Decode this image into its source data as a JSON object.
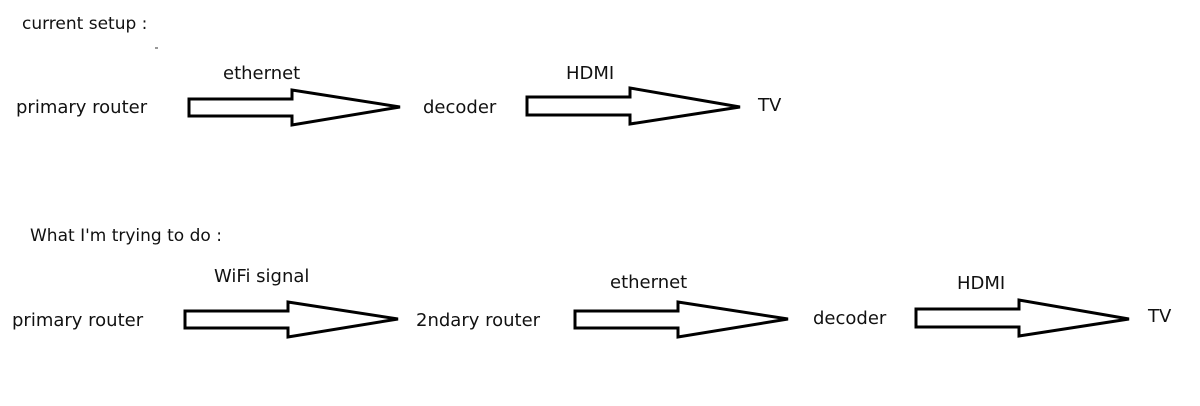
{
  "current": {
    "heading": "current setup :",
    "nodes": [
      "primary router",
      "decoder",
      "TV"
    ],
    "links": [
      "ethernet",
      "HDMI"
    ]
  },
  "goal": {
    "heading": "What I'm trying to do :",
    "nodes": [
      "primary router",
      "2ndary router",
      "decoder",
      "TV"
    ],
    "links": [
      "WiFi signal",
      "ethernet",
      "HDMI"
    ]
  }
}
